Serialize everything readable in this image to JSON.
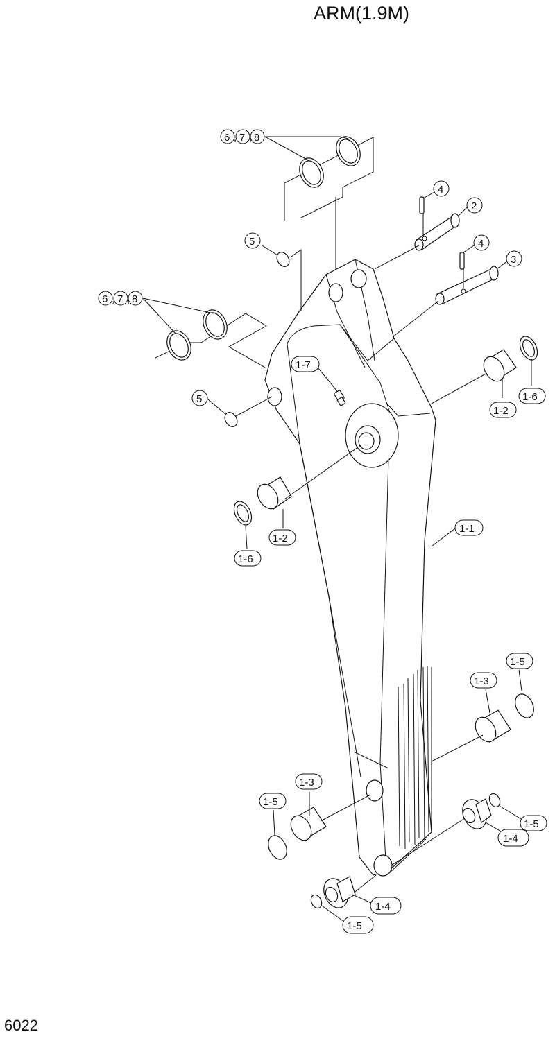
{
  "title": "ARM(1.9M)",
  "page_number": "6022",
  "callouts": {
    "c1": {
      "a": "6",
      "b": "7",
      "c": "8"
    },
    "c2": "5",
    "c3": "4",
    "c4": "2",
    "c5": "4",
    "c6": "3",
    "c7": {
      "a": "6",
      "b": "7",
      "c": "8"
    },
    "c8": "1-7",
    "c9": "5",
    "c10": "1-2",
    "c11": "1-6",
    "c12": "1-2",
    "c13": "1-6",
    "c14": "1-1",
    "c15": "1-5",
    "c16": "1-3",
    "c17": "1-3",
    "c18": "1-5",
    "c19": "1-5",
    "c20": "1-4",
    "c21": "1-4",
    "c22": "1-5"
  }
}
